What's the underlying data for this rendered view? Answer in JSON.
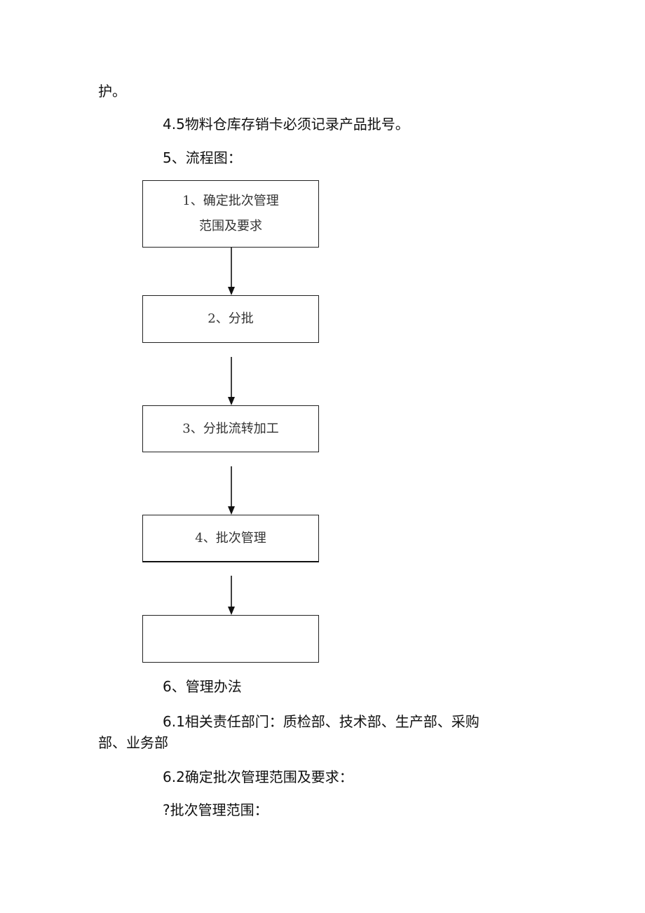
{
  "paragraphs": {
    "p_continued": "护。",
    "p_4_5": "4.5物料仓库存销卡必须记录产品批号。",
    "p_5": "5、流程图：",
    "p_6": "6、管理办法",
    "p_6_1_line1": "6.1相关责任部门：质检部、技术部、生产部、采购",
    "p_6_1_line2": "部、业务部",
    "p_6_2": "6.2确定批次管理范围及要求：",
    "p_scope": "?批次管理范围："
  },
  "flowchart": {
    "steps": [
      {
        "label": "1、确定批次管理\n范围及要求"
      },
      {
        "label": "2、分批"
      },
      {
        "label": "3、分批流转加工"
      },
      {
        "label": "4、批次管理"
      },
      {
        "label": ""
      }
    ]
  }
}
